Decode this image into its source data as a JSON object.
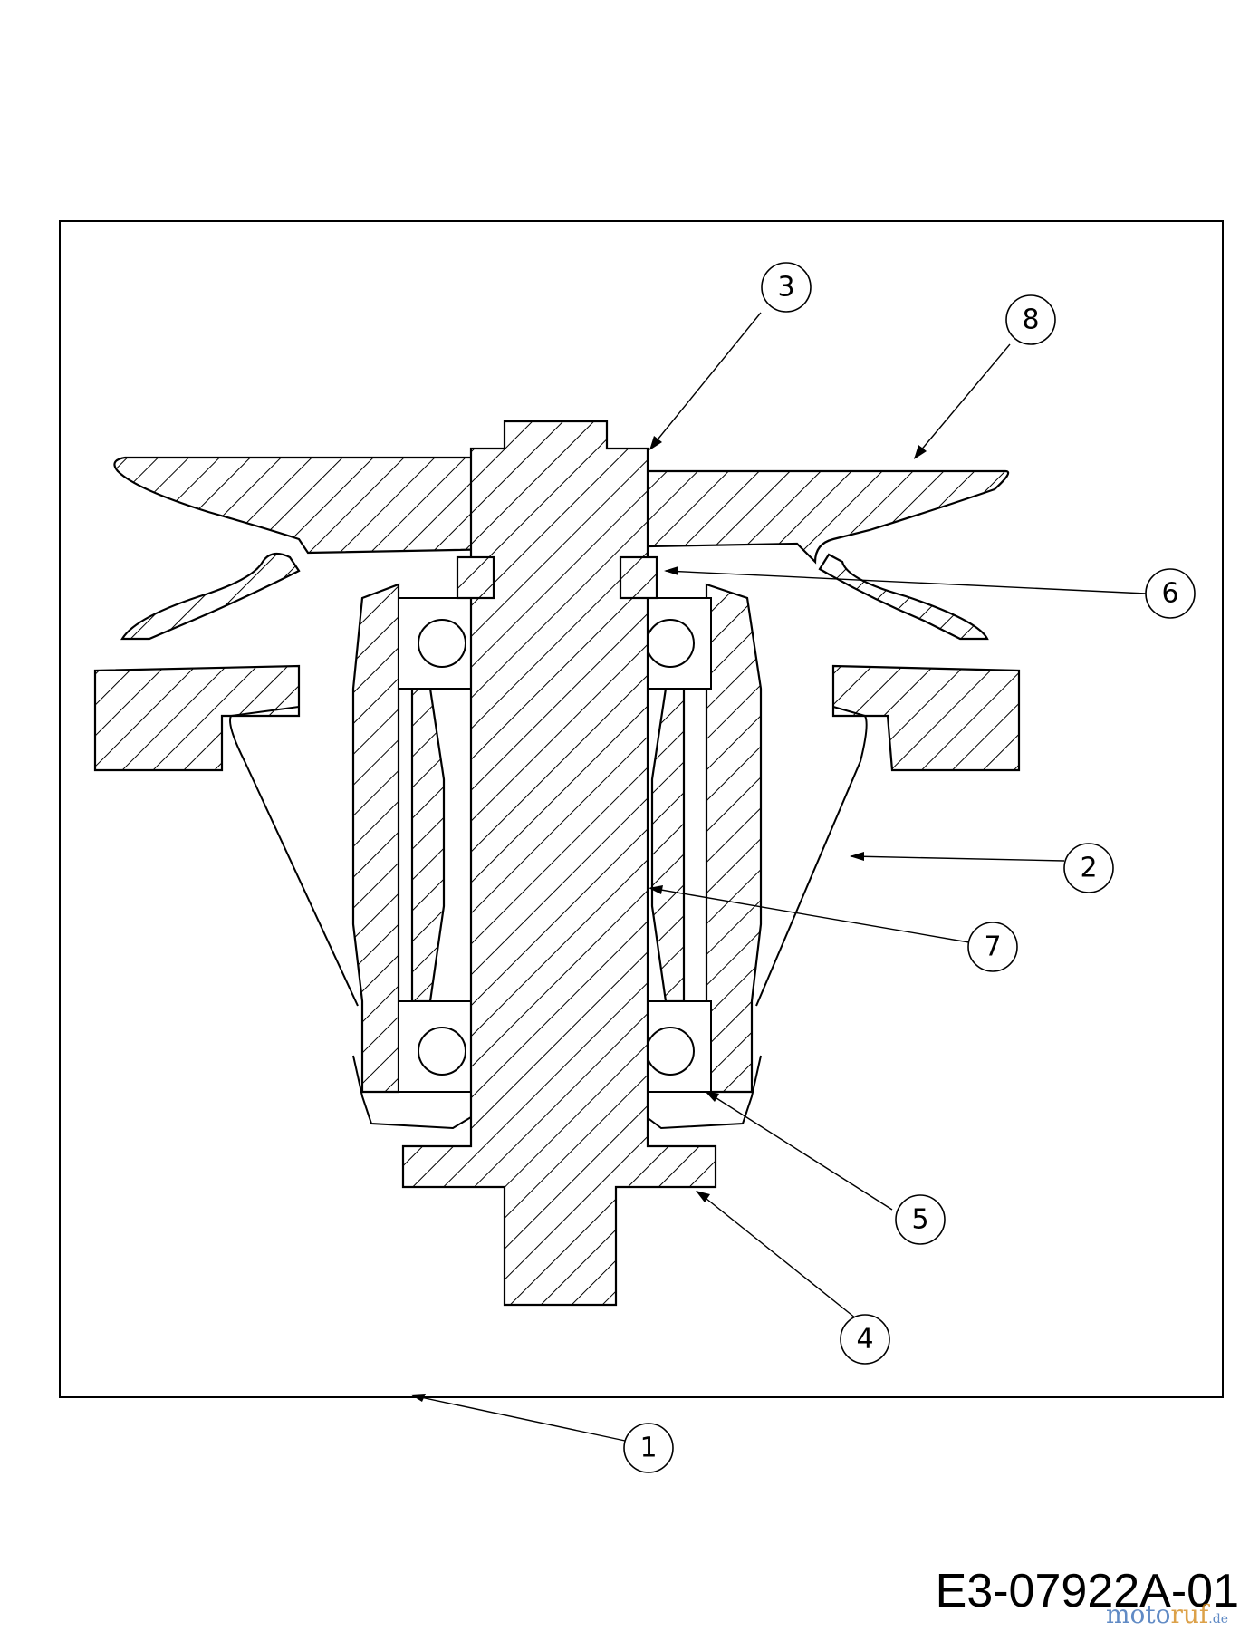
{
  "drawing_number": "E3-07922A-01",
  "watermark": "motoruf.de",
  "callouts": [
    {
      "label": "1"
    },
    {
      "label": "2"
    },
    {
      "label": "3"
    },
    {
      "label": "4"
    },
    {
      "label": "5"
    },
    {
      "label": "6"
    },
    {
      "label": "7"
    },
    {
      "label": "8"
    }
  ]
}
